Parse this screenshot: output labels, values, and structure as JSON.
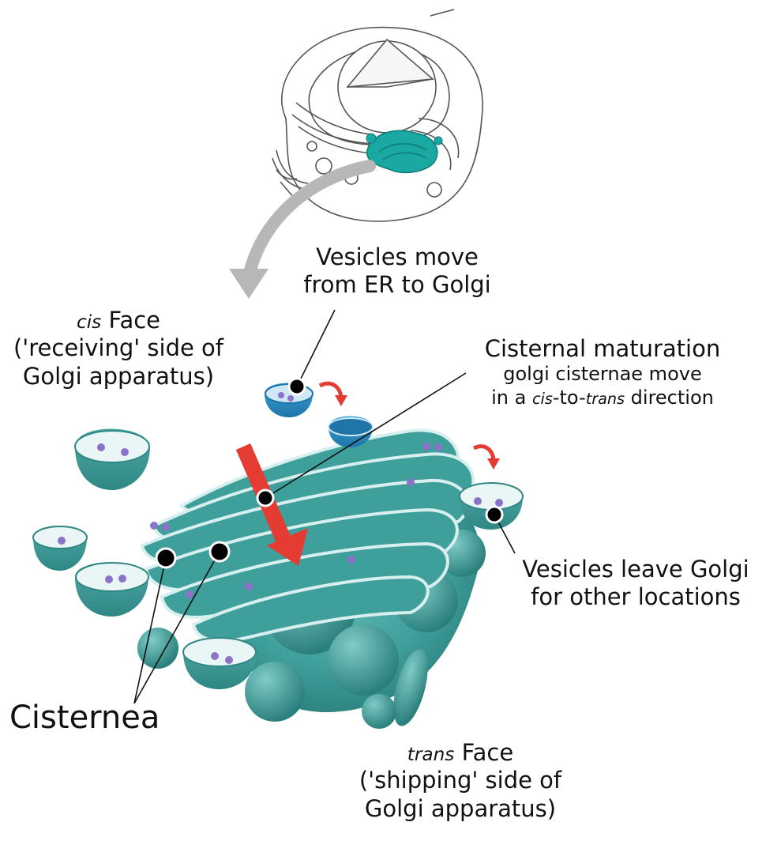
{
  "labels": {
    "cis_face": {
      "italic": "cis",
      "title": "Face",
      "line2": "('receiving' side of",
      "line3": "Golgi apparatus)"
    },
    "vesicles_move": {
      "line1": "Vesicles move",
      "line2": "from ER to Golgi"
    },
    "cisternal_maturation": {
      "title": "Cisternal maturation",
      "line2": "golgi cisternae move",
      "line3_pre": "in a ",
      "cis": "cis",
      "dash1": "-to-",
      "trans": "trans",
      "line3_post": " direction"
    },
    "vesicles_leave": {
      "line1": "Vesicles leave Golgi",
      "line2": "for other locations"
    },
    "cisternea": "Cisternea",
    "trans_face": {
      "italic": "trans",
      "title": "Face",
      "line2": "('shipping' side of",
      "line3": "Golgi apparatus)"
    }
  },
  "colors": {
    "teal_body": "#3f9f9b",
    "teal_dark": "#2a7f7c",
    "teal_light": "#8fcfcc",
    "vesicle_dot": "#8a73c8",
    "arrow_red": "#e43b33",
    "arrow_gray": "#b7b7b7",
    "cell_teal": "#1aa9a2"
  }
}
